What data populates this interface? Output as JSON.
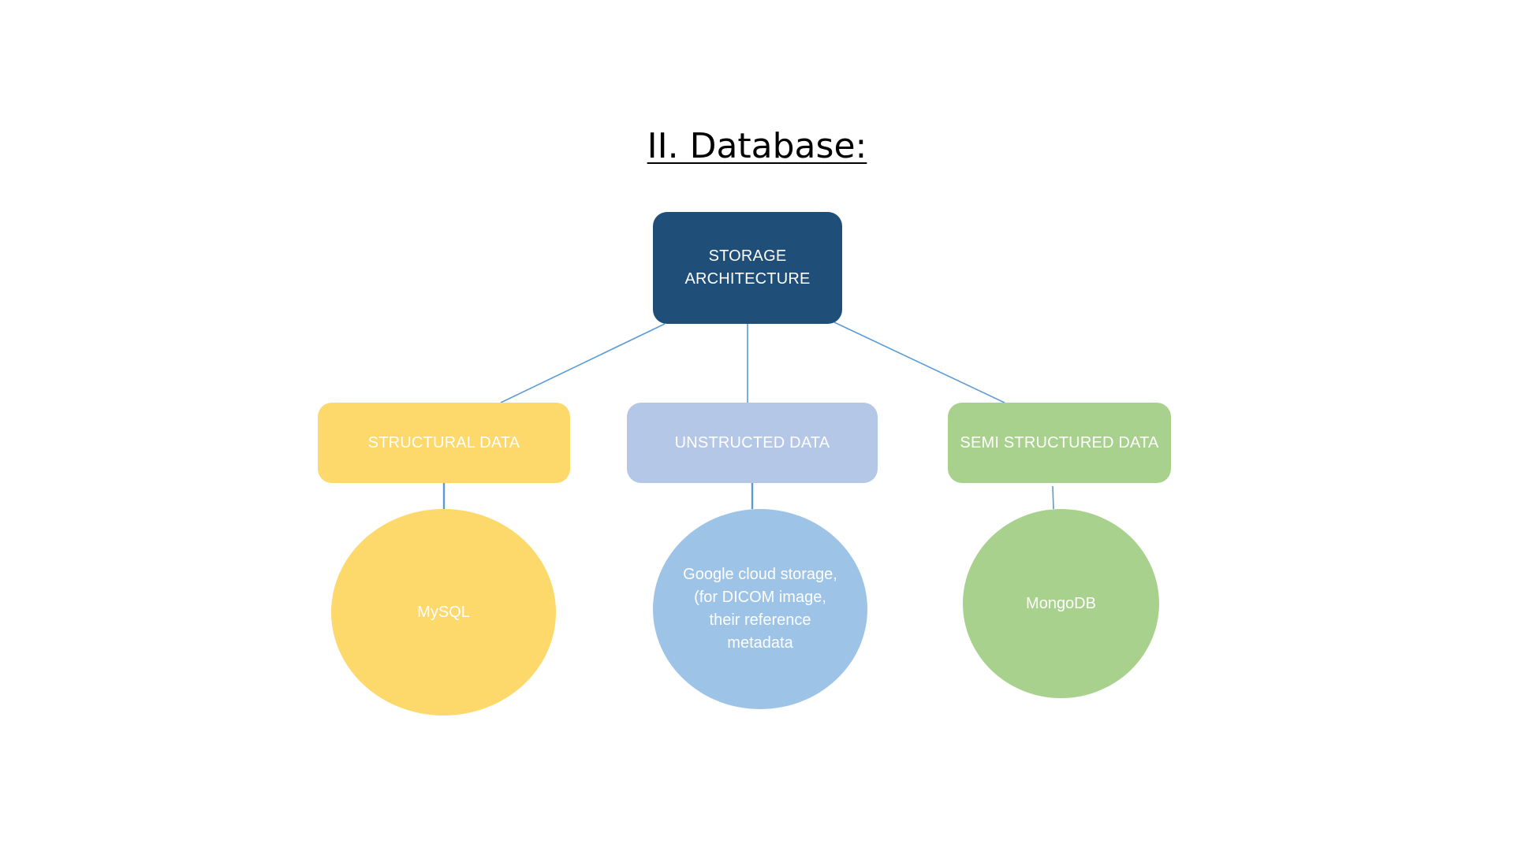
{
  "title": "II. Database:",
  "colors": {
    "root": "#1f4e79",
    "structural": "#fdd86b",
    "unstructured_box": "#b4c7e7",
    "unstructured_circle": "#9dc3e6",
    "semi": "#a9d18e",
    "connector": "#5b9bd5",
    "text": "#ffffff"
  },
  "root": {
    "label": "STORAGE\nARCHITECTURE"
  },
  "categories": [
    {
      "id": "structural",
      "label": "STRUCTURAL DATA",
      "child": "MySQL"
    },
    {
      "id": "unstructured",
      "label": "UNSTRUCTED DATA",
      "child": "Google cloud storage,(for DICOM image, their reference metadata"
    },
    {
      "id": "semi",
      "label": "SEMI STRUCTURED DATA",
      "child": "MongoDB"
    }
  ]
}
